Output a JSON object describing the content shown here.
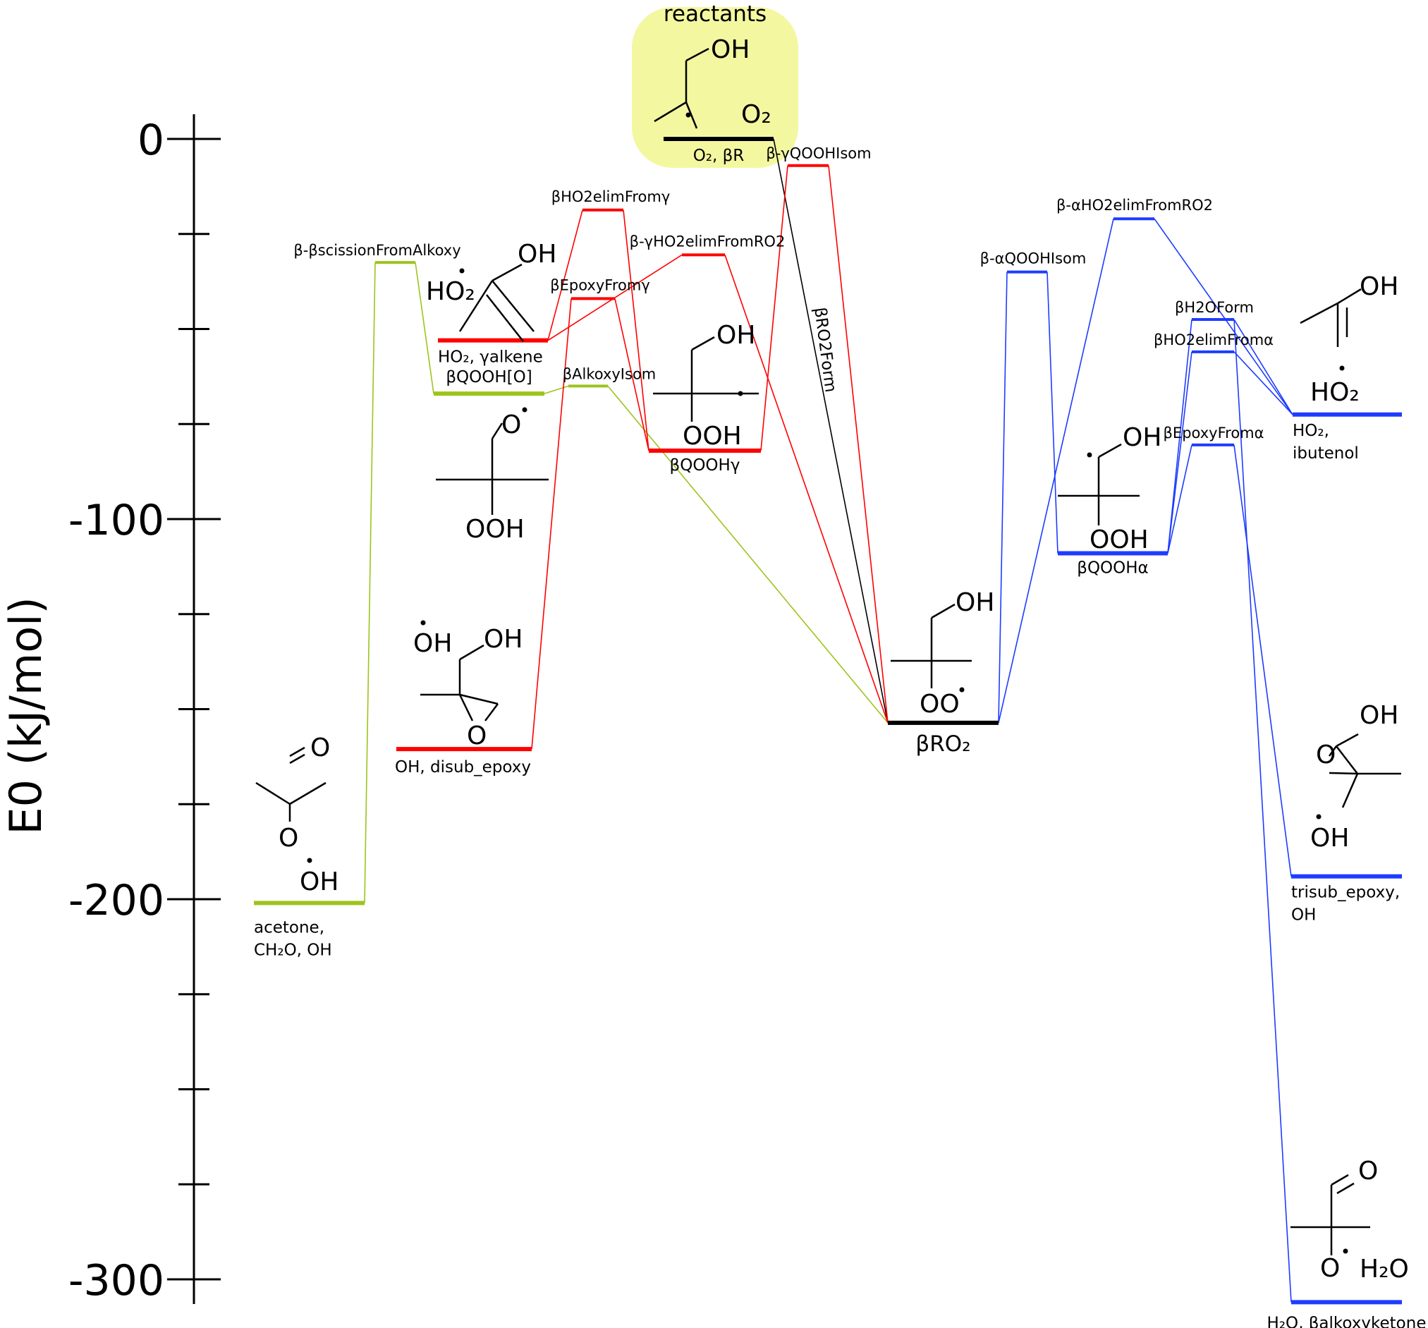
{
  "chart_data": {
    "type": "energy_level_diagram",
    "ylabel": "E0 (kJ/mol)",
    "ylim": [
      -300,
      0
    ],
    "yticks": [
      {
        "value": 0,
        "label": "0"
      },
      {
        "value": -100,
        "label": "-100"
      },
      {
        "value": -200,
        "label": "-200"
      },
      {
        "value": -300,
        "label": "-300"
      }
    ],
    "minor_tick_step": 25,
    "colors": {
      "black": "#000000",
      "red": "#ff0000",
      "green": "#9dc41d",
      "blue": "#1e3cff",
      "reactant_highlight": "#f3f7a0"
    },
    "levels": [
      {
        "id": "reactants",
        "label": "O₂, βR",
        "energy": 0,
        "color": "black"
      },
      {
        "id": "bRO2",
        "label": "βRO₂",
        "energy": -153.6,
        "color": "black"
      },
      {
        "id": "acetone",
        "label": "acetone,",
        "label2": "CH₂O, OH",
        "energy": -201,
        "color": "green"
      },
      {
        "id": "bscission_TS",
        "label": "β-βscissionFromAlkoxy",
        "energy": -32.5,
        "color": "green"
      },
      {
        "id": "bQOOH_O",
        "label": "βQOOH[O]",
        "energy": -67,
        "color": "green"
      },
      {
        "id": "bAlkoxy_TS",
        "label": "βAlkoxyIsom",
        "energy": -65,
        "color": "green"
      },
      {
        "id": "ho2_galkene",
        "label": "HO₂, γalkene",
        "energy": -53,
        "color": "red"
      },
      {
        "id": "oh_disub",
        "label": "OH, disub_epoxy",
        "energy": -160.5,
        "color": "red"
      },
      {
        "id": "bHO2g_TS",
        "label": "βHO2elimFromγ",
        "energy": -18.7,
        "color": "red"
      },
      {
        "id": "bEpoxyG_TS",
        "label": "βEpoxyFromγ",
        "energy": -42,
        "color": "red"
      },
      {
        "id": "bgHO2RO2_TS",
        "label": "β-γHO2elimFromRO2",
        "energy": -30.5,
        "color": "red"
      },
      {
        "id": "bQOOHg",
        "label": "βQOOHγ",
        "energy": -82,
        "color": "red"
      },
      {
        "id": "bgQOOH_TS",
        "label": "β-γQOOHIsom",
        "energy": -7,
        "color": "red"
      },
      {
        "id": "baQOOH_TS",
        "label": "β-αQOOHIsom",
        "energy": -35,
        "color": "blue"
      },
      {
        "id": "baHO2RO2_TS",
        "label": "β-αHO2elimFromRO2",
        "energy": -21,
        "color": "blue"
      },
      {
        "id": "bQOOHa",
        "label": "βQOOHα",
        "energy": -109,
        "color": "blue"
      },
      {
        "id": "bH2O_TS",
        "label": "βH2OForm",
        "energy": -47.5,
        "color": "blue"
      },
      {
        "id": "bHO2a_TS",
        "label": "βHO2elimFromα",
        "energy": -56,
        "color": "blue"
      },
      {
        "id": "bEpoxyA_TS",
        "label": "βEpoxyFromα",
        "energy": -80.5,
        "color": "blue"
      },
      {
        "id": "ho2_ibutenol",
        "label": "HO₂,",
        "label2": "ibutenol",
        "energy": -72.5,
        "color": "blue"
      },
      {
        "id": "trisub",
        "label": "trisub_epoxy,",
        "label2": "OH",
        "energy": -194,
        "color": "blue"
      },
      {
        "id": "h2o_alkoxyketone",
        "label": "H₂O, βalkoxyketone",
        "energy": -306,
        "color": "blue"
      }
    ],
    "connections": [
      {
        "from": "reactants",
        "to": "bRO2",
        "label": "βRO2Form",
        "color": "black"
      },
      {
        "from": "acetone",
        "to": "bscission_TS",
        "color": "green"
      },
      {
        "from": "bscission_TS",
        "to": "bQOOH_O",
        "color": "green"
      },
      {
        "from": "bQOOH_O",
        "to": "bAlkoxy_TS",
        "color": "green"
      },
      {
        "from": "bAlkoxy_TS",
        "to": "bRO2",
        "color": "green"
      },
      {
        "from": "ho2_galkene",
        "to": "bHO2g_TS",
        "color": "red"
      },
      {
        "from": "ho2_galkene",
        "to": "bgHO2RO2_TS",
        "color": "red"
      },
      {
        "from": "oh_disub",
        "to": "bEpoxyG_TS",
        "color": "red"
      },
      {
        "from": "bHO2g_TS",
        "to": "bQOOHg",
        "color": "red"
      },
      {
        "from": "bEpoxyG_TS",
        "to": "bQOOHg",
        "color": "red"
      },
      {
        "from": "bgHO2RO2_TS",
        "to": "bRO2",
        "color": "red"
      },
      {
        "from": "bQOOHg",
        "to": "bgQOOH_TS",
        "color": "red"
      },
      {
        "from": "bgQOOH_TS",
        "to": "bRO2",
        "color": "red"
      },
      {
        "from": "bRO2",
        "to": "baQOOH_TS",
        "color": "blue"
      },
      {
        "from": "bRO2",
        "to": "baHO2RO2_TS",
        "color": "blue"
      },
      {
        "from": "baQOOH_TS",
        "to": "bQOOHa",
        "color": "blue"
      },
      {
        "from": "bQOOHa",
        "to": "bH2O_TS",
        "color": "blue"
      },
      {
        "from": "bQOOHa",
        "to": "bHO2a_TS",
        "color": "blue"
      },
      {
        "from": "bQOOHa",
        "to": "bEpoxyA_TS",
        "color": "blue"
      },
      {
        "from": "baHO2RO2_TS",
        "to": "ho2_ibutenol",
        "color": "blue"
      },
      {
        "from": "bH2O_TS",
        "to": "ho2_ibutenol",
        "color": "blue"
      },
      {
        "from": "bHO2a_TS",
        "to": "ho2_ibutenol",
        "color": "blue"
      },
      {
        "from": "bH2O_TS",
        "to": "h2o_alkoxyketone",
        "color": "blue"
      },
      {
        "from": "bEpoxyA_TS",
        "to": "trisub",
        "color": "blue"
      }
    ]
  },
  "highlight": {
    "label": "reactants"
  },
  "structures": {
    "oh": "OH",
    "o2": "O₂",
    "ho2": "HO₂",
    "ooh": "OOH",
    "oo": "OO",
    "o": "O",
    "h2o": "H₂O"
  }
}
